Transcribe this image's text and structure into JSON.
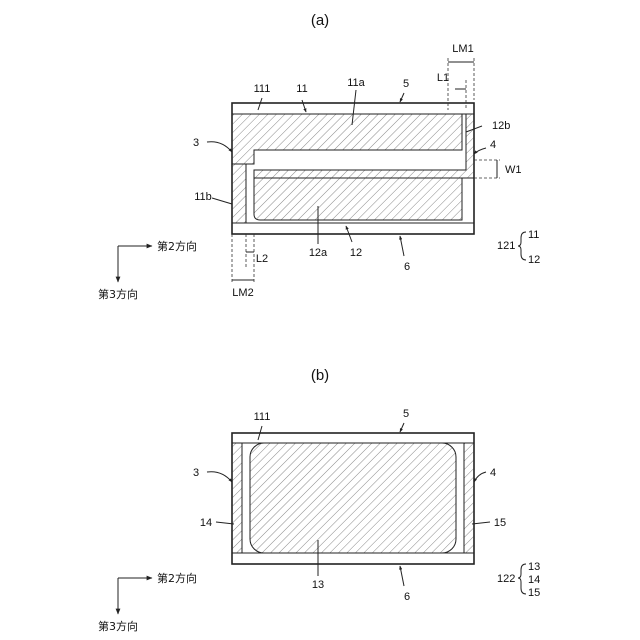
{
  "panel_a": {
    "label": "(a)",
    "refs": {
      "r111": "111",
      "r11": "11",
      "r11a": "11a",
      "r5": "5",
      "rL1": "L1",
      "rLM1": "LM1",
      "r12b": "12b",
      "r4": "4",
      "rW1": "W1",
      "r3": "3",
      "r11b": "11b",
      "r12a": "12a",
      "r12": "12",
      "r6": "6",
      "rL2": "L2",
      "rLM2": "LM2"
    },
    "group": {
      "label": "121",
      "items": [
        "11",
        "12"
      ]
    },
    "axes": {
      "dir2": "第2方向",
      "dir3": "第3方向"
    }
  },
  "panel_b": {
    "label": "(b)",
    "refs": {
      "r111": "111",
      "r5": "5",
      "r3": "3",
      "r4": "4",
      "r14": "14",
      "r15": "15",
      "r13": "13",
      "r6": "6"
    },
    "group": {
      "label": "122",
      "items": [
        "13",
        "14",
        "15"
      ]
    },
    "axes": {
      "dir2": "第2方向",
      "dir3": "第3方向"
    }
  }
}
